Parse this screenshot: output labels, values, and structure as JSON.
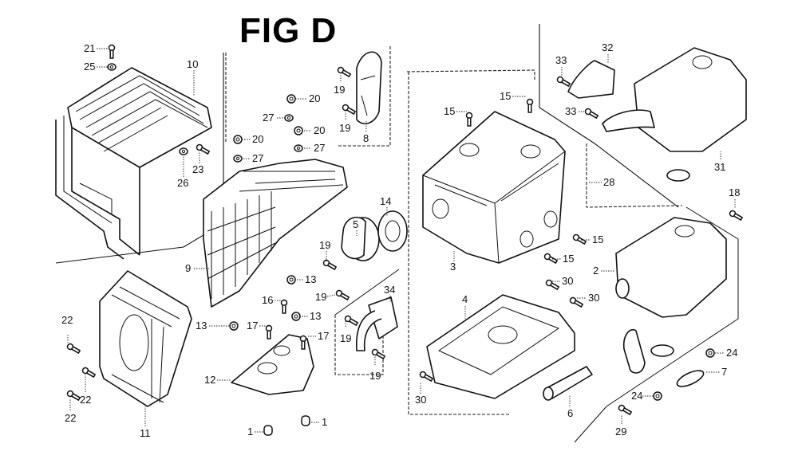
{
  "figure": {
    "title": "FIG D"
  },
  "callouts": [
    {
      "id": "c21",
      "label": "21",
      "part": "bolt"
    },
    {
      "id": "c25",
      "label": "25",
      "part": "washer"
    },
    {
      "id": "c10",
      "label": "10",
      "part": "muffler-protector-wire-guard"
    },
    {
      "id": "c23",
      "label": "23",
      "part": "bolt"
    },
    {
      "id": "c26",
      "label": "26",
      "part": "washer"
    },
    {
      "id": "c20a",
      "label": "20",
      "part": "nut"
    },
    {
      "id": "c27a",
      "label": "27",
      "part": "washer"
    },
    {
      "id": "c20b",
      "label": "20",
      "part": "nut"
    },
    {
      "id": "c27b",
      "label": "27",
      "part": "washer"
    },
    {
      "id": "c20c",
      "label": "20",
      "part": "nut"
    },
    {
      "id": "c27c",
      "label": "27",
      "part": "washer"
    },
    {
      "id": "c19a",
      "label": "19",
      "part": "screw"
    },
    {
      "id": "c19b",
      "label": "19",
      "part": "screw"
    },
    {
      "id": "c8",
      "label": "8",
      "part": "spark-arrester-cover"
    },
    {
      "id": "c9",
      "label": "9",
      "part": "muffler-protector-frame"
    },
    {
      "id": "c5",
      "label": "5",
      "part": "end-cap"
    },
    {
      "id": "c14",
      "label": "14",
      "part": "gasket-flange"
    },
    {
      "id": "c19c",
      "label": "19",
      "part": "screw"
    },
    {
      "id": "c19d",
      "label": "19",
      "part": "screw"
    },
    {
      "id": "c13a",
      "label": "13",
      "part": "nut"
    },
    {
      "id": "c13b",
      "label": "13",
      "part": "nut"
    },
    {
      "id": "c13c",
      "label": "13",
      "part": "nut"
    },
    {
      "id": "c16",
      "label": "16",
      "part": "stud-bolt"
    },
    {
      "id": "c17a",
      "label": "17",
      "part": "stud"
    },
    {
      "id": "c17b",
      "label": "17",
      "part": "stud"
    },
    {
      "id": "c12",
      "label": "12",
      "part": "mounting-plate"
    },
    {
      "id": "c1a",
      "label": "1",
      "part": "rubber-foot"
    },
    {
      "id": "c1b",
      "label": "1",
      "part": "rubber-foot"
    },
    {
      "id": "c34",
      "label": "34",
      "part": "exhaust-elbow"
    },
    {
      "id": "c19e",
      "label": "19",
      "part": "screw"
    },
    {
      "id": "c19f",
      "label": "19",
      "part": "screw"
    },
    {
      "id": "c22a",
      "label": "22",
      "part": "bolt"
    },
    {
      "id": "c22b",
      "label": "22",
      "part": "bolt"
    },
    {
      "id": "c22c",
      "label": "22",
      "part": "bolt"
    },
    {
      "id": "c11",
      "label": "11",
      "part": "muffler-bracket"
    },
    {
      "id": "c15a",
      "label": "15",
      "part": "bolt"
    },
    {
      "id": "c15b",
      "label": "15",
      "part": "bolt"
    },
    {
      "id": "c15c",
      "label": "15",
      "part": "bolt"
    },
    {
      "id": "c15d",
      "label": "15",
      "part": "bolt"
    },
    {
      "id": "c3",
      "label": "3",
      "part": "muffler-cover"
    },
    {
      "id": "c4",
      "label": "4",
      "part": "muffler-base-protector"
    },
    {
      "id": "c30a",
      "label": "30",
      "part": "screw"
    },
    {
      "id": "c30b",
      "label": "30",
      "part": "screw"
    },
    {
      "id": "c30c",
      "label": "30",
      "part": "screw"
    },
    {
      "id": "c6",
      "label": "6",
      "part": "spark-arrester"
    },
    {
      "id": "c33a",
      "label": "33",
      "part": "screw"
    },
    {
      "id": "c33b",
      "label": "33",
      "part": "screw"
    },
    {
      "id": "c32",
      "label": "32",
      "part": "exhaust-deflector"
    },
    {
      "id": "c31",
      "label": "31",
      "part": "muffler-alt"
    },
    {
      "id": "c28",
      "label": "28",
      "part": "muffler-assembly"
    },
    {
      "id": "c18",
      "label": "18",
      "part": "bolt"
    },
    {
      "id": "c2",
      "label": "2",
      "part": "muffler"
    },
    {
      "id": "c24a",
      "label": "24",
      "part": "nut"
    },
    {
      "id": "c24b",
      "label": "24",
      "part": "nut"
    },
    {
      "id": "c7",
      "label": "7",
      "part": "muffler-gasket"
    },
    {
      "id": "c29",
      "label": "29",
      "part": "bolt"
    }
  ]
}
